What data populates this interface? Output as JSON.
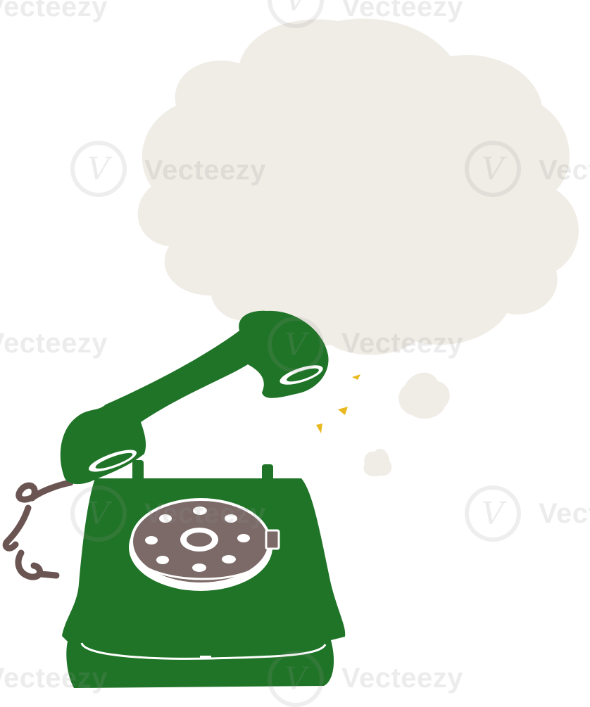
{
  "illustration": {
    "subject": "telephone",
    "colors": {
      "phone_green": "#1f7427",
      "phone_outline": "#1a5a22",
      "dial_brown": "#7b6a67",
      "cord_brown": "#6b5553",
      "bubble_beige": "#f0ece6",
      "sparkle_yellow": "#e9b91f",
      "highlight_white": "#ffffff"
    }
  },
  "watermark": {
    "brand": "Vecteezy",
    "logo_glyph": "V"
  }
}
